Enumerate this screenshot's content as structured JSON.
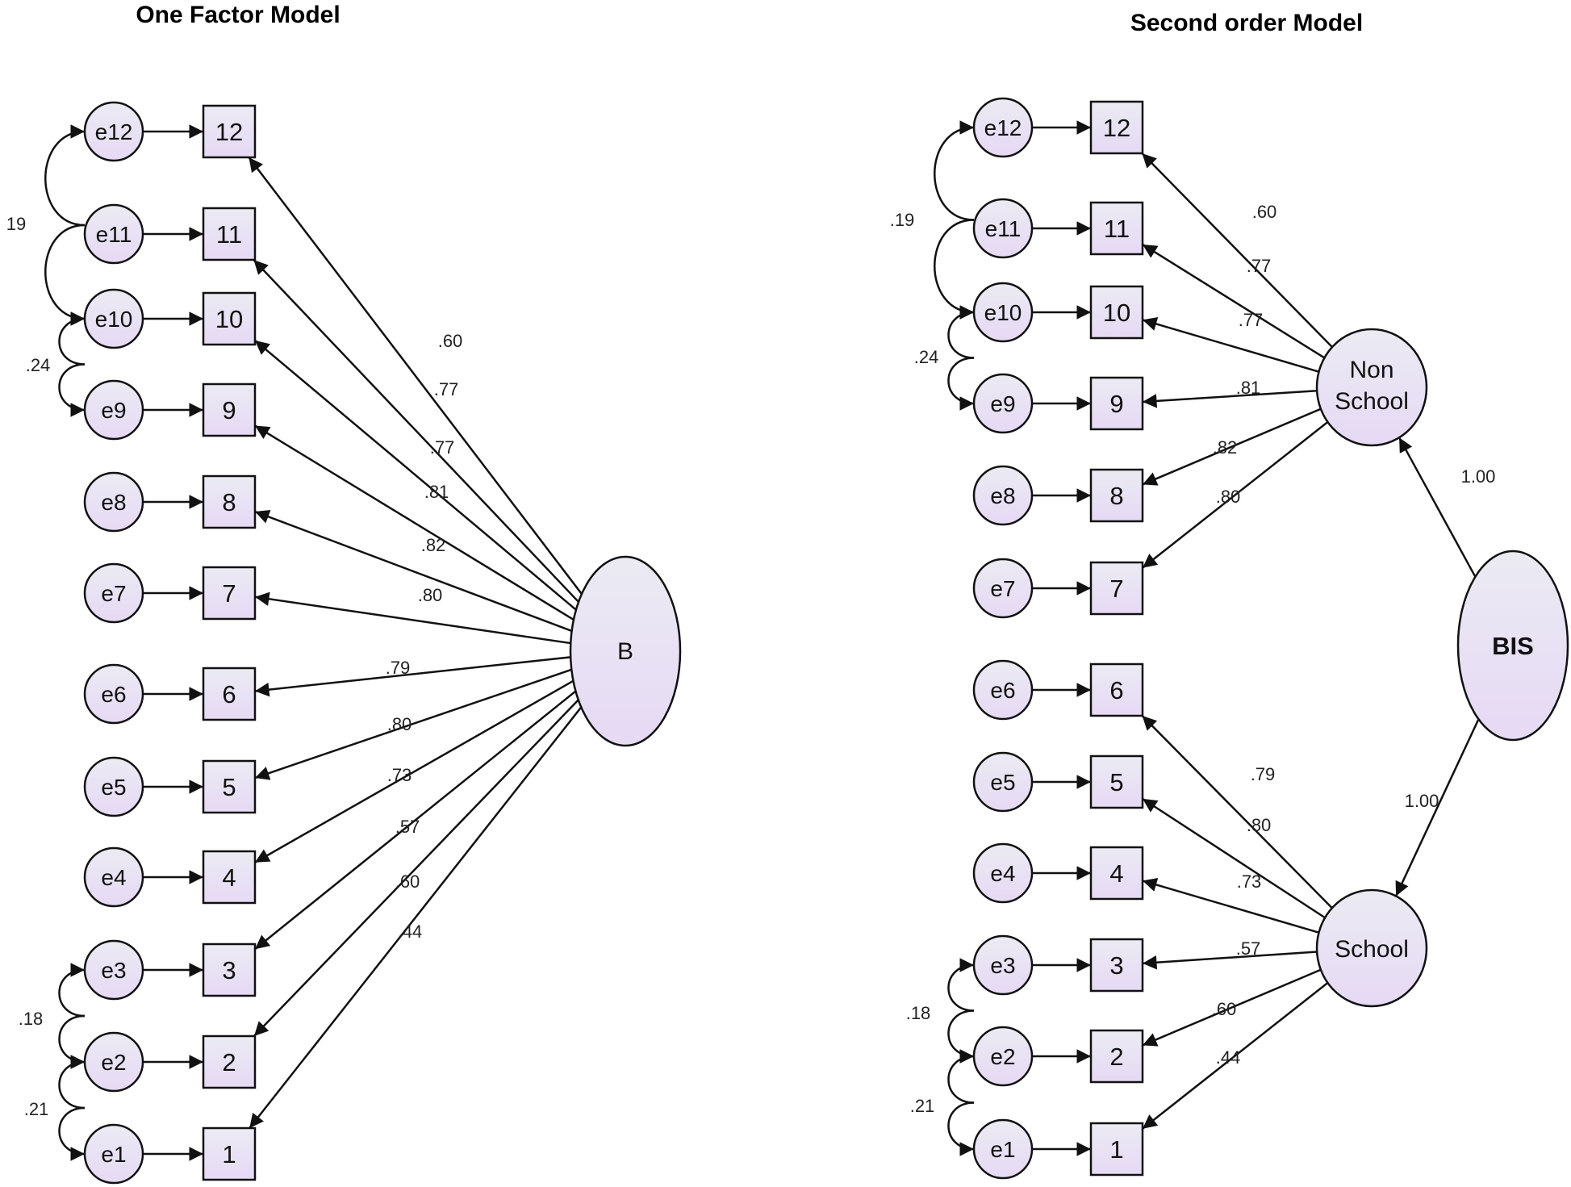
{
  "titles": {
    "left": "One Factor Model",
    "right": "Second order Model"
  },
  "colors": {
    "node_fill_top": "#ebebf3",
    "node_fill_bottom": "#e6d9f4",
    "stroke": "#111111"
  },
  "one_factor": {
    "latent": "B",
    "indicators": [
      "12",
      "11",
      "10",
      "9",
      "8",
      "7",
      "6",
      "5",
      "4",
      "3",
      "2",
      "1"
    ],
    "errors": [
      "e12",
      "e11",
      "e10",
      "e9",
      "e8",
      "e7",
      "e6",
      "e5",
      "e4",
      "e3",
      "e2",
      "e1"
    ],
    "loadings": [
      ".60",
      ".77",
      ".77",
      ".81",
      ".82",
      ".80",
      ".79",
      ".80",
      ".73",
      ".57",
      ".60",
      ".44"
    ],
    "covariances": [
      {
        "between": [
          "e12",
          "e10"
        ],
        "value": "19"
      },
      {
        "between": [
          "e10",
          "e9"
        ],
        "value": ".24"
      },
      {
        "between": [
          "e3",
          "e2"
        ],
        "value": ".18"
      },
      {
        "between": [
          "e2",
          "e1"
        ],
        "value": ".21"
      }
    ]
  },
  "second_order": {
    "higher_latent": "BIS",
    "higher_loadings": {
      "non_school": "1.00",
      "school": "1.00"
    },
    "non_school": {
      "label_line1": "Non",
      "label_line2": "School",
      "indicators": [
        "12",
        "11",
        "10",
        "9",
        "8",
        "7"
      ],
      "errors": [
        "e12",
        "e11",
        "e10",
        "e9",
        "e8",
        "e7"
      ],
      "loadings": [
        ".60",
        ".77",
        ".77",
        ".81",
        ".82",
        ".80"
      ]
    },
    "school": {
      "label": "School",
      "indicators": [
        "6",
        "5",
        "4",
        "3",
        "2",
        "1"
      ],
      "errors": [
        "e6",
        "e5",
        "e4",
        "e3",
        "e2",
        "e1"
      ],
      "loadings": [
        ".79",
        ".80",
        ".73",
        ".57",
        ".60",
        ".44"
      ]
    },
    "covariances": [
      {
        "between": [
          "e12",
          "e10"
        ],
        "value": ".19"
      },
      {
        "between": [
          "e10",
          "e9"
        ],
        "value": ".24"
      },
      {
        "between": [
          "e3",
          "e2"
        ],
        "value": ".18"
      },
      {
        "between": [
          "e2",
          "e1"
        ],
        "value": ".21"
      }
    ]
  }
}
